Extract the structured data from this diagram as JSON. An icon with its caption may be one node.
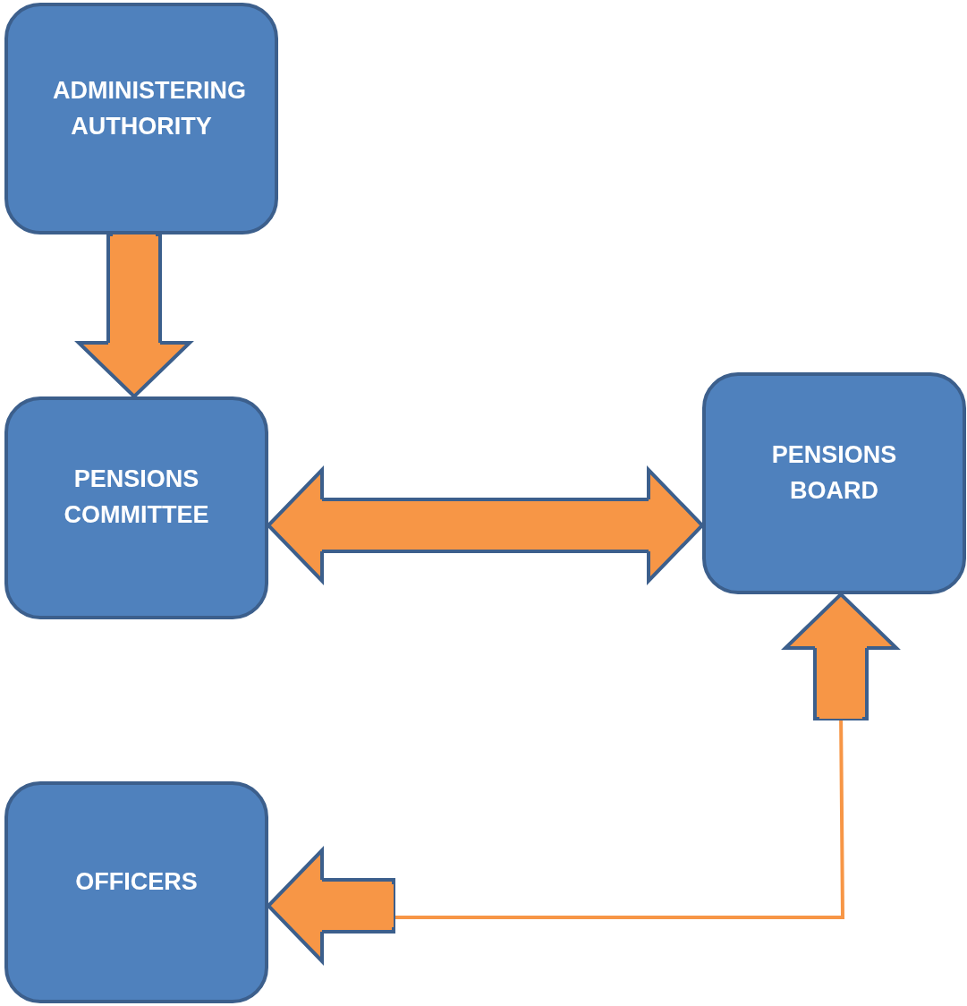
{
  "diagram": {
    "nodes": [
      {
        "text": [
          "ADMINISTERING AUTHORITY"
        ]
      },
      {
        "text": [
          "PENSIONS COMMITTEE"
        ]
      },
      {
        "text": [
          "PENSIONS BOARD"
        ]
      },
      {
        "text": [
          "OFFICERS"
        ]
      }
    ],
    "edges": [
      {
        "from": 0,
        "to": 1,
        "arrow": "to"
      },
      {
        "from": 1,
        "to": 2,
        "arrow": "both"
      },
      {
        "from": 3,
        "to": 2,
        "arrow": "both"
      }
    ]
  }
}
